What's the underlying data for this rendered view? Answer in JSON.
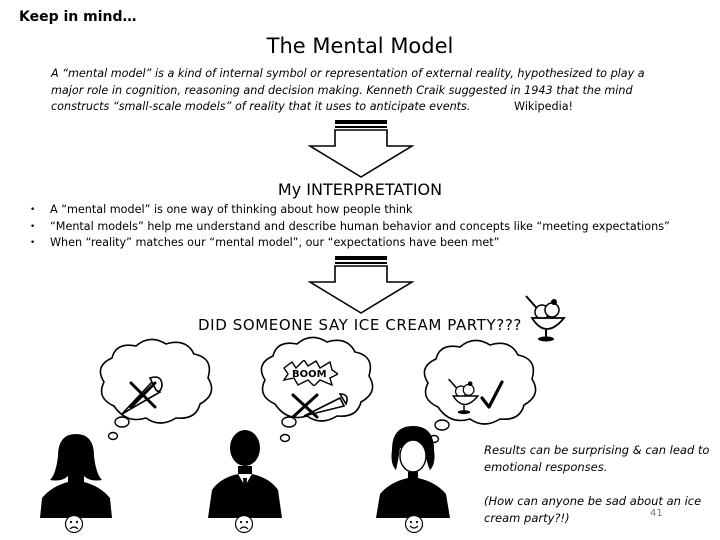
{
  "slide": {
    "header": "Keep in mind…",
    "title": "The Mental Model",
    "quote": {
      "text": "A “mental model” is a kind of internal symbol or representation of external reality, hypothesized to play a major role in cognition, reasoning and decision making. Kenneth Craik suggested in 1943 that the mind constructs “small-scale models” of reality that it uses to anticipate events.",
      "source": "Wikipedia!"
    },
    "interpretation_title": "My INTERPRETATION",
    "bullets": [
      "A “mental model” is one way of thinking about how people think",
      "“Mental models” help me understand and describe human behavior and concepts like “meeting expectations”",
      "When “reality” matches our “mental model”, our “expectations have been met”"
    ],
    "ice_cream_heading": "DID SOMEONE SAY ICE CREAM PARTY???",
    "note_1": "Results can be surprising & can lead to emotional responses.",
    "note_2": "(How can anyone be sad about an ice cream party?!)",
    "page_number": "41"
  },
  "icons": [
    "down-arrow-icon",
    "ice-cream-sundae-icon",
    "thought-bubble-icon",
    "ice-cream-cone-icon",
    "boom-icon",
    "cross-mark-icon",
    "check-mark-icon",
    "person-silhouette-icon",
    "sad-face-icon",
    "happy-face-icon"
  ],
  "colors": {
    "text": "#000000",
    "background": "#ffffff",
    "page_number": "#777777"
  }
}
